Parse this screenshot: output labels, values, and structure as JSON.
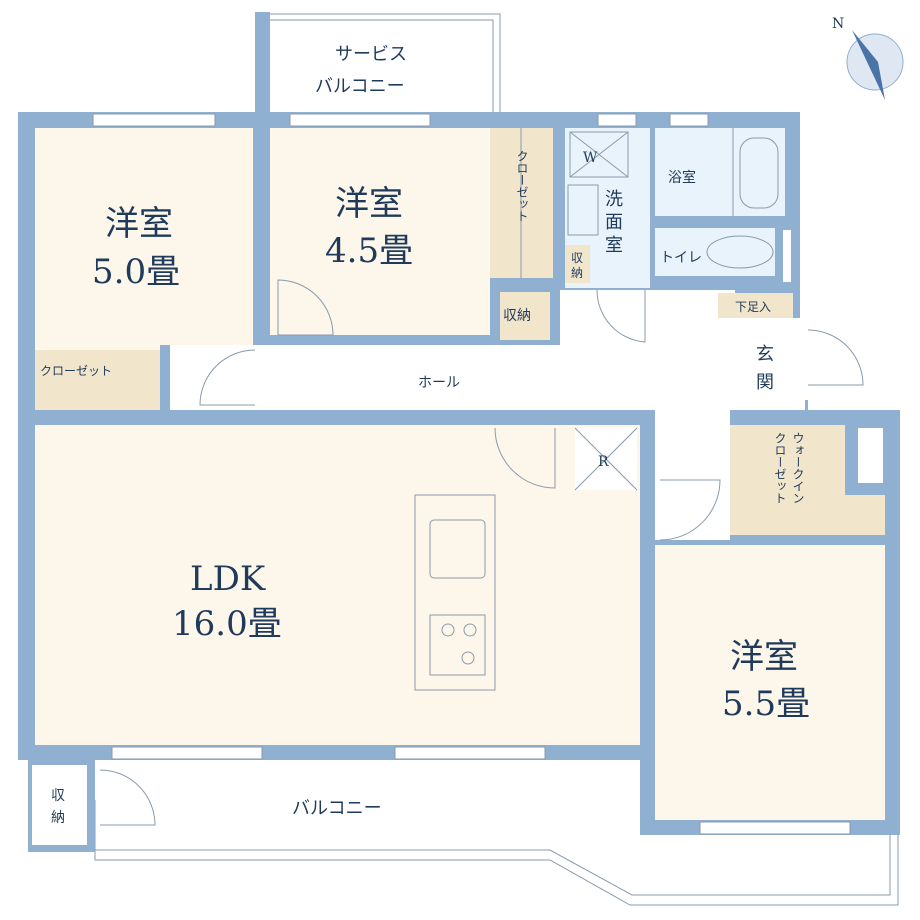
{
  "compass": {
    "label": "N"
  },
  "rooms": {
    "western_5_0": {
      "name": "洋室",
      "size": "5.0畳"
    },
    "western_4_5": {
      "name": "洋室",
      "size": "4.5畳"
    },
    "western_5_5": {
      "name": "洋室",
      "size": "5.5畳"
    },
    "ldk": {
      "name": "LDK",
      "size": "16.0畳"
    }
  },
  "labels": {
    "service_balcony_1": "サービス",
    "service_balcony_2": "バルコニー",
    "closet": "クローゼット",
    "closet_vertical": "クローゼット",
    "storage": "収納",
    "storage_small_1": "収",
    "storage_small_2": "納",
    "washer": "W",
    "washroom_1": "洗",
    "washroom_2": "面",
    "washroom_3": "室",
    "bathroom": "浴室",
    "toilet": "トイレ",
    "shoe_storage": "下足入",
    "entrance_1": "玄",
    "entrance_2": "関",
    "hall": "ホール",
    "fridge": "R",
    "walkin_1": "ウォークイン",
    "walkin_2": "クローゼット",
    "balcony": "バルコニー",
    "balcony_storage_1": "収",
    "balcony_storage_2": "納"
  },
  "colors": {
    "wall": "#8fb0d0",
    "room": "#fdf6ea",
    "closet": "#f1e6cc",
    "wet": "#e9f3fb",
    "text": "#1f3a5a"
  }
}
